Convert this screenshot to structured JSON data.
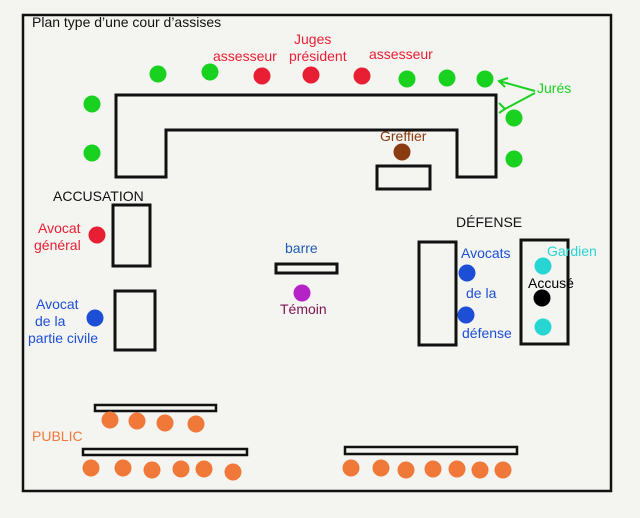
{
  "title": "Plan type d’une cour d’assises",
  "colors": {
    "jures": "#19d11f",
    "juges": "#e81e33",
    "greffier": "#8a3b0f",
    "avocats": "#1c4fd6",
    "gardien": "#27d6d2",
    "accuse": "#000000",
    "temoin": "#b523c7",
    "public": "#f07838",
    "barre": "#1f5db5",
    "ink": "#111111",
    "paper": "#f4f4f1"
  },
  "labels": {
    "juges": "Juges",
    "president": "président",
    "assesseur_left": "assesseur",
    "assesseur_right": "assesseur",
    "jures": "Jurés",
    "greffier": "Greffier",
    "accusation": "ACCUSATION",
    "avocat_general": [
      "Avocat",
      "général"
    ],
    "avocat_partie_civile": [
      "Avocat",
      "de la",
      "partie civile"
    ],
    "barre": "barre",
    "temoin": "Témoin",
    "defense": "DÉFENSE",
    "avocats_defense": [
      "Avocats",
      "de la",
      "défense"
    ],
    "gardien": "Gardien",
    "accuse": "Accusé",
    "public": "PUBLIC"
  }
}
